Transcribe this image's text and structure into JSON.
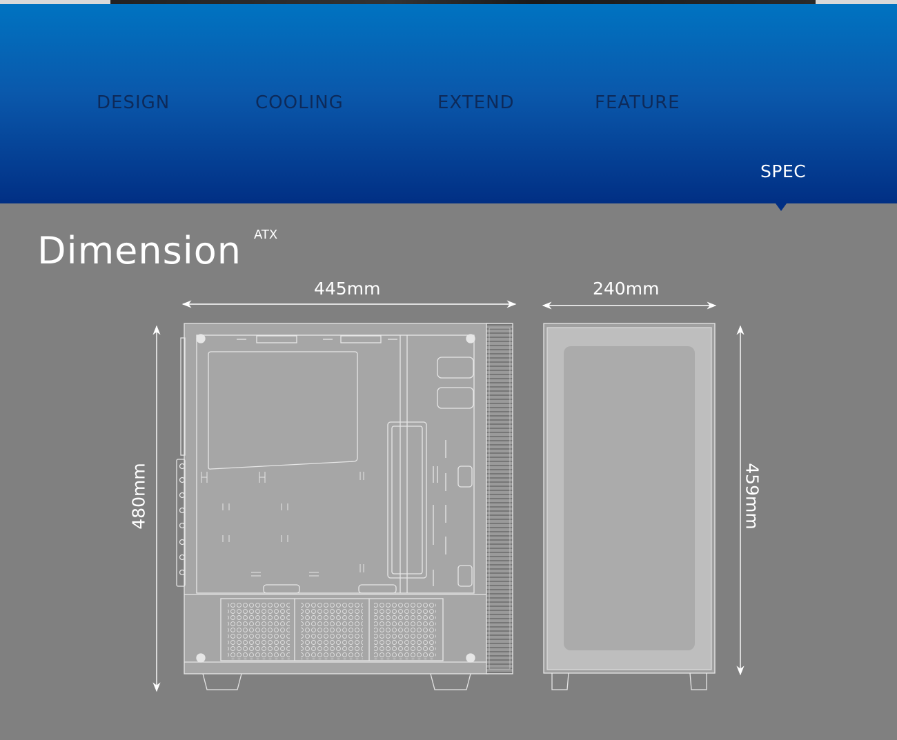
{
  "nav": {
    "items": [
      {
        "label": "DESIGN"
      },
      {
        "label": "COOLING"
      },
      {
        "label": "EXTEND"
      },
      {
        "label": "FEATURE"
      }
    ],
    "active": {
      "label": "SPEC"
    }
  },
  "section": {
    "title": "Dimension",
    "badge": "ATX"
  },
  "dimensions": {
    "side_length": "445mm",
    "front_width": "240mm",
    "side_height": "480mm",
    "front_height": "459mm"
  },
  "colors": {
    "header_top": "#0073c1",
    "header_bottom": "#012f84",
    "nav_text": "#0d2a5a",
    "background": "#808080",
    "line": "#ffffff"
  },
  "icons": {
    "dimension_arrow": "double-headed-arrow",
    "case_side": "pc-case-side-view",
    "case_front": "pc-case-front-view"
  }
}
